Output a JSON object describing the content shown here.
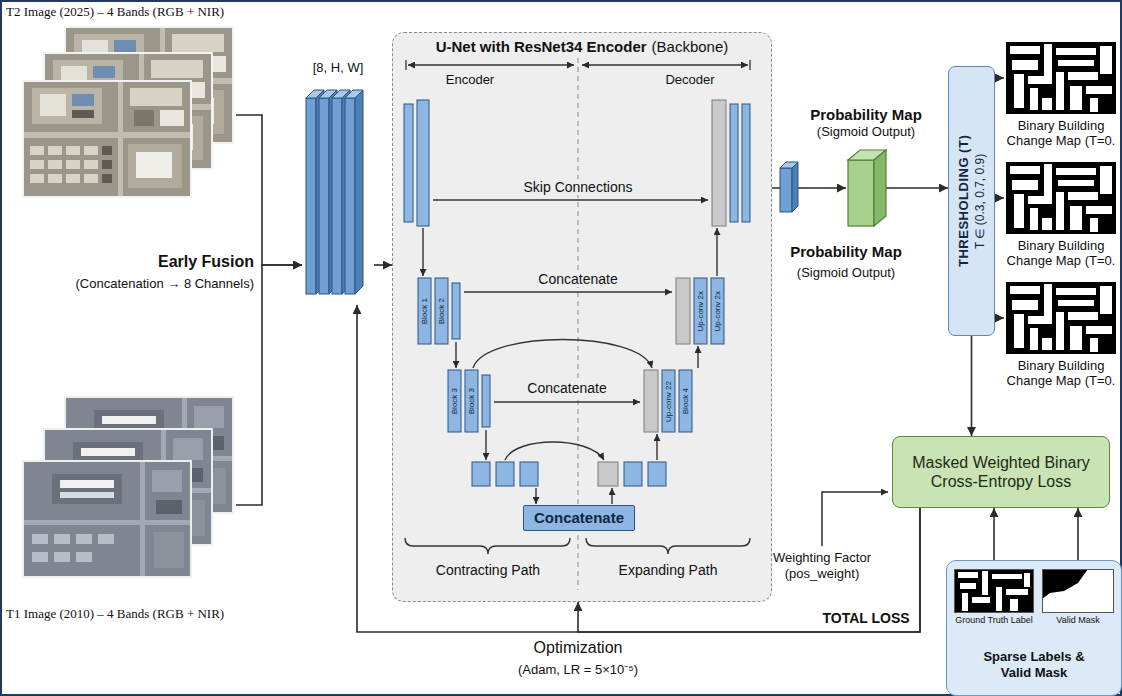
{
  "diagram": {
    "nodes": [
      {
        "text": [
          "T2 Image (2025) – 4 Bands (RGB + NIR)"
        ]
      },
      {
        "text": [
          "T1 Image (2010) – 4 Bands (RGB + NIR)"
        ]
      },
      {
        "text": [
          "[8, H, W]"
        ]
      },
      {
        "text": [
          "U-Net with ResNet34 Encoder",
          "(Backbone)"
        ]
      },
      {
        "text": [
          "Concatenate"
        ],
        "in": 3
      },
      {
        "text": [
          "Probability Map",
          "(Sigmoid Output)"
        ]
      },
      {
        "text": [
          "THRESHOLDING (T)",
          "T ∈ (0.3, 0.7, 0.9)"
        ]
      },
      {
        "text": [
          "Binary Building Change Map (T=0."
        ]
      },
      {
        "text": [
          "Binary Building Change Map (T=0."
        ]
      },
      {
        "text": [
          "Binary Building Change Map (T=0."
        ]
      },
      {
        "text": [
          "Masked Weighted Binary Cross-Entropy Loss"
        ]
      },
      {
        "text": [
          "Sparse Labels & Valid Mask"
        ]
      },
      {
        "text": [
          "Ground Truth Label"
        ],
        "in": 11
      },
      {
        "text": [
          "Valid Mask"
        ],
        "in": 11
      }
    ],
    "edges": [
      {
        "from": 0,
        "to": 2,
        "arrow": "to"
      },
      {
        "from": 1,
        "to": 2,
        "arrow": "to"
      },
      {
        "from": 2,
        "to": 3,
        "arrow": "to"
      },
      {
        "from": 3,
        "to": 5,
        "arrow": "to"
      },
      {
        "from": 5,
        "to": 6,
        "arrow": "to"
      },
      {
        "from": 6,
        "to": 7,
        "arrow": "to"
      },
      {
        "from": 6,
        "to": 8,
        "arrow": "to"
      },
      {
        "from": 6,
        "to": 9,
        "arrow": "to"
      },
      {
        "from": 6,
        "to": 10,
        "arrow": "to"
      },
      {
        "from": 12,
        "to": 10,
        "arrow": "to"
      },
      {
        "from": 13,
        "to": 10,
        "arrow": "to"
      },
      {
        "from": 10,
        "to": 2,
        "arrow": "to",
        "label": "TOTAL LOSS"
      },
      {
        "from": 10,
        "to": 3,
        "arrow": "to"
      }
    ],
    "labels": [
      "Early Fusion",
      "(Concatenation → 8 Channels)",
      "Encoder",
      "Decoder",
      "Skip Connections",
      "Concatenate",
      "Concatenate",
      "Block 1",
      "Block 2",
      "Block 3",
      "Block 3",
      "Up-conv 2x",
      "Up-conv 2x",
      "Up-conv 22",
      "Block 4",
      "Contracting Path",
      "Expanding Path",
      "Probability Map",
      "(Sigmoid Output)",
      "Weighting Factor (pos_weight)",
      "Optimization",
      "(Adam, LR = 5×10⁻⁵)"
    ]
  }
}
